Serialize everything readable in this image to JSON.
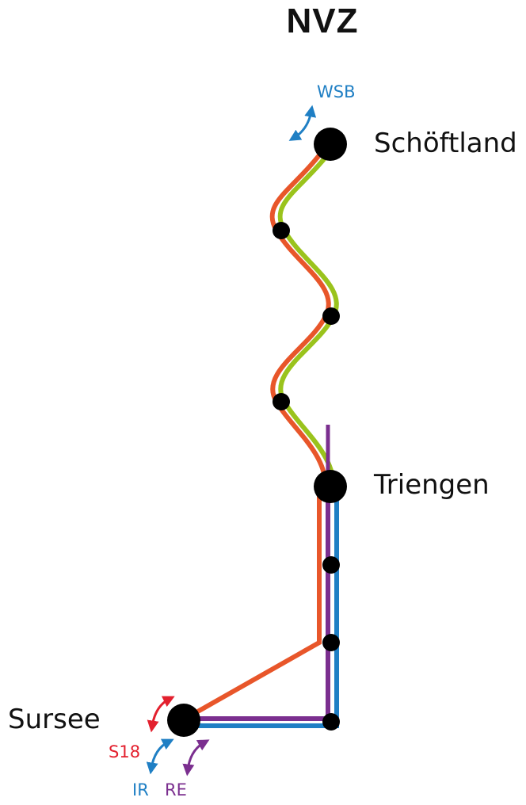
{
  "title": "NVZ",
  "stations": {
    "schoeftland": "Schöftland",
    "triengen": "Triengen",
    "sursee": "Sursee"
  },
  "lines": {
    "wsb": "WSB",
    "s18": "S18",
    "ir": "IR",
    "re": "RE"
  },
  "colors": {
    "wsb": "#1f7fc4",
    "s18": "#e3202e",
    "orange_route": "#e8562a",
    "green_route": "#9ac31c",
    "purple_route": "#7b2f8f",
    "blue_route": "#1f7fc4",
    "stop": "#000000"
  }
}
